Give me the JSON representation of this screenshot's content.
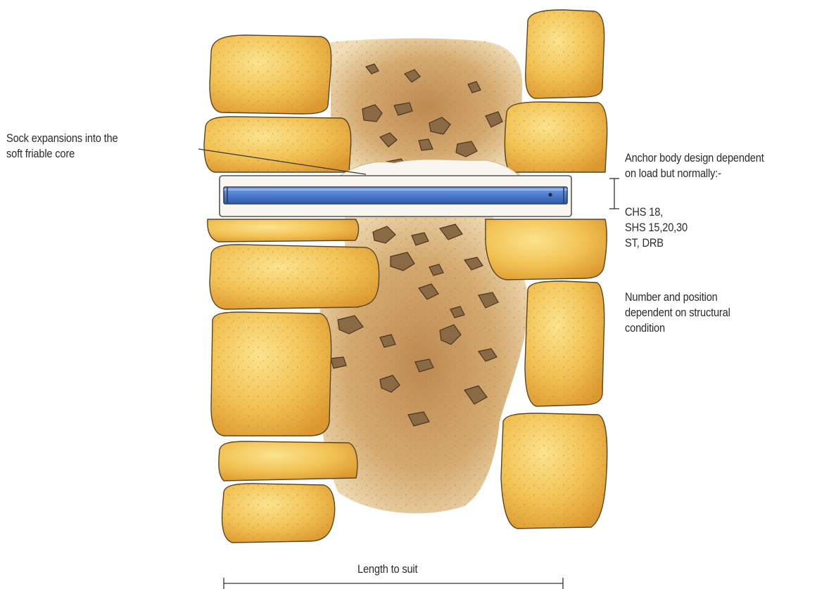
{
  "labels": {
    "sock": {
      "line1": "Sock expansions into the",
      "line2": "soft friable core"
    },
    "anchor_body": {
      "line1": "Anchor body design dependent",
      "line2": "on load but normally:-"
    },
    "sections": [
      "CHS 18,",
      "SHS 15,20,30",
      "ST, DRB"
    ],
    "position": {
      "line1": "Number and position",
      "line2": "dependent on structural",
      "line3": "condition"
    },
    "length": "Length to suit"
  },
  "colors": {
    "stone_light": "#f7d46a",
    "stone_mid": "#efb84a",
    "stone_dark": "#d9902a",
    "stone_outline": "#5a4520",
    "rubble_core": "#c99556",
    "rubble_core_light": "#e8cfa0",
    "rock": "#8a6a45",
    "anchor_blue": "#4f7fd0",
    "sock_white": "#f8f6ee",
    "line": "#333333"
  }
}
